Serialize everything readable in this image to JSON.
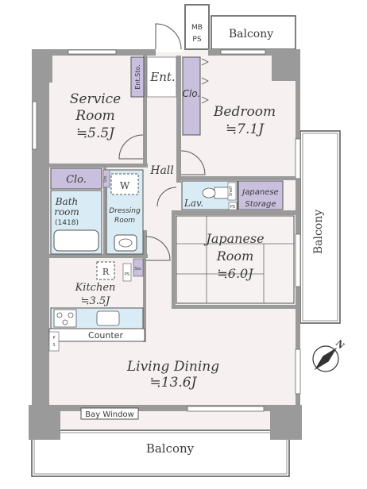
{
  "rooms": {
    "service_room": {
      "name_line1": "Service",
      "name_line2": "Room",
      "size": "≒5.5J"
    },
    "bedroom": {
      "name": "Bedroom",
      "size": "≒7.1J"
    },
    "japanese_room": {
      "name_line1": "Japanese",
      "name_line2": "Room",
      "size": "≒6.0J"
    },
    "kitchen": {
      "name": "Kitchen",
      "size": "≒3.5J"
    },
    "living_dining": {
      "name": "Living Dining",
      "size": "≒13.6J"
    },
    "bath": {
      "name_line1": "Bath",
      "name_line2": "room",
      "detail": "(1418)"
    },
    "dressing": {
      "name_line1": "Dressing",
      "name_line2": "Room"
    }
  },
  "labels": {
    "entrance": "Ent.",
    "entrance_storage": "Ent.Sto.",
    "closet_service": "Clo.",
    "closet_bedroom": "Clo.",
    "hall": "Hall",
    "lavatory": "Lav.",
    "japanese_storage_line1": "Japanese",
    "japanese_storage_line2": "Storage",
    "washer": "W",
    "refrigerator": "R",
    "counter": "Counter",
    "bay_window": "Bay Window",
    "mbps_line1": "MB",
    "mbps_line2": "PS",
    "ps_left": "PS",
    "storage_small": "Sto.",
    "storage_wash": "Sto.",
    "shelf": "Shelf",
    "ps_small": "PS",
    "toilet_ps": "PS",
    "compass": "N"
  },
  "balconies": {
    "top": "Balcony",
    "right": "Balcony",
    "bottom": "Balcony"
  },
  "colors": {
    "wall": "#9a9a9a",
    "floor": "#f6f0f0",
    "storage": "#c9c0dd",
    "wet": "#d9ecf5",
    "tatami": "#f7f2f2"
  }
}
